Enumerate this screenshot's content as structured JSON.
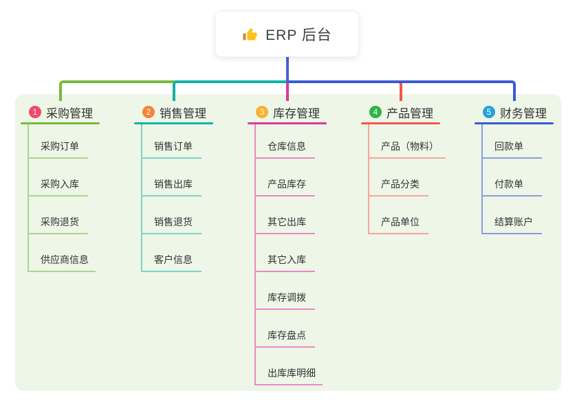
{
  "root": {
    "label": "ERP 后台",
    "icon": "thumbs-up-icon"
  },
  "colors": {
    "panel_background": "#edf6e7",
    "root_connector": "#4f5ed3",
    "text": "#333333"
  },
  "branches": [
    {
      "num": "1",
      "title": "采购管理",
      "badge_color": "#f4486c",
      "line_color": "#79b93d",
      "child_line_color": "#abd48d",
      "children": [
        "采购订单",
        "采购入库",
        "采购退货",
        "供应商信息"
      ]
    },
    {
      "num": "2",
      "title": "销售管理",
      "badge_color": "#f5823b",
      "line_color": "#10b3a4",
      "child_line_color": "#7fd2c7",
      "children": [
        "销售订单",
        "销售出库",
        "销售退货",
        "客户信息"
      ]
    },
    {
      "num": "3",
      "title": "库存管理",
      "badge_color": "#f7b32b",
      "line_color": "#da3a97",
      "child_line_color": "#ec88c4",
      "children": [
        "仓库信息",
        "产品库存",
        "其它出库",
        "其它入库",
        "库存调拨",
        "库存盘点",
        "出库库明细"
      ]
    },
    {
      "num": "4",
      "title": "产品管理",
      "badge_color": "#2eb347",
      "line_color": "#f4554b",
      "child_line_color": "#f9a39d",
      "children": [
        "产品（物料）",
        "产品分类",
        "产品单位"
      ]
    },
    {
      "num": "5",
      "title": "财务管理",
      "badge_color": "#28a0e0",
      "line_color": "#3a5ad5",
      "child_line_color": "#8b9bdf",
      "children": [
        "回款单",
        "付款单",
        "结算账户"
      ]
    }
  ]
}
